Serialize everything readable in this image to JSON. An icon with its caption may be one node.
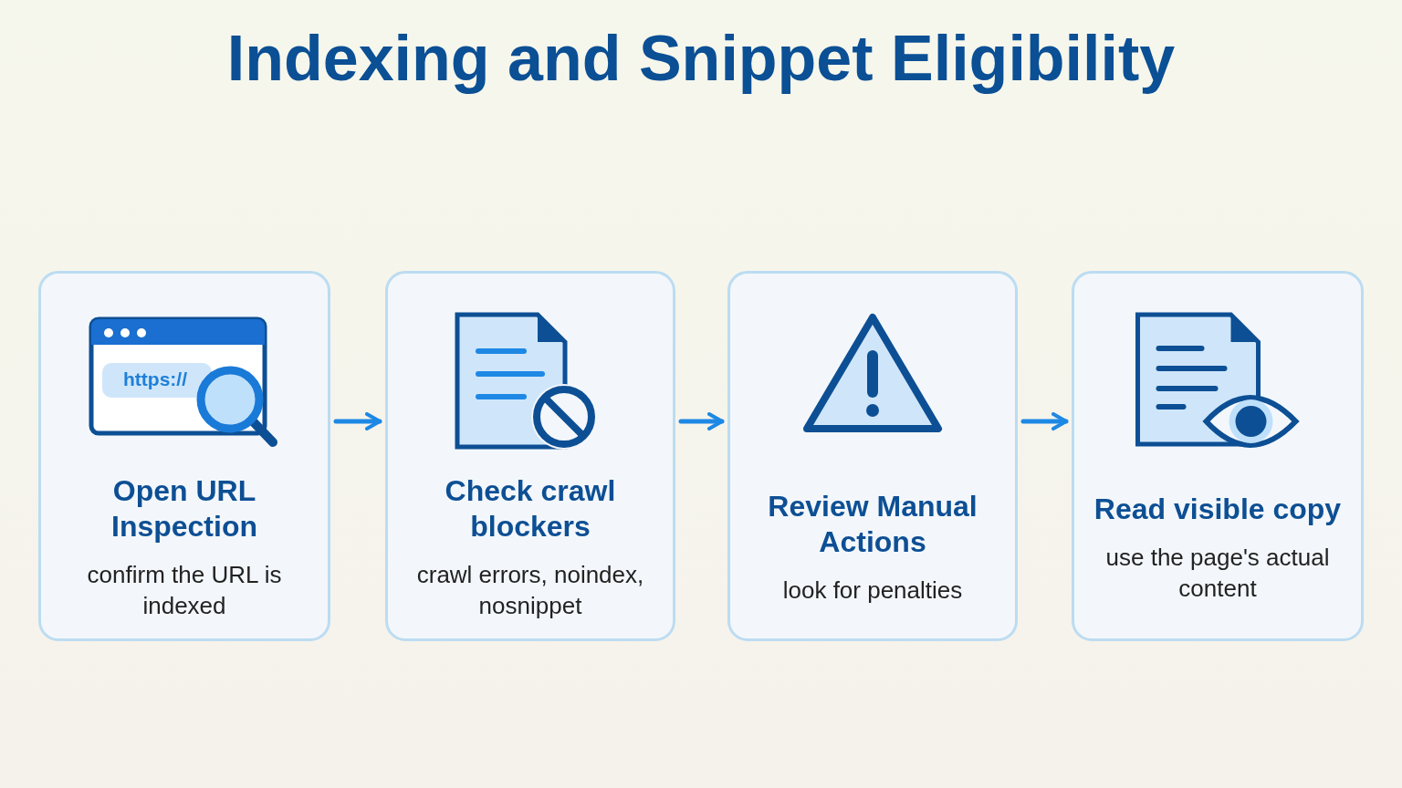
{
  "diagram": {
    "title": "Indexing and Snippet Eligibility",
    "nodes": [
      {
        "text": [
          "Open URL Inspection",
          "confirm the URL is indexed"
        ]
      },
      {
        "text": [
          "Check crawl blockers",
          "crawl errors, noindex, nosnippet"
        ]
      },
      {
        "text": [
          "Review Manual Actions",
          "look for penalties"
        ]
      },
      {
        "text": [
          "Read visible copy",
          "use the page's actual content"
        ]
      }
    ],
    "edges": [
      {
        "from": 0,
        "to": 1,
        "arrow": "to"
      },
      {
        "from": 1,
        "to": 2,
        "arrow": "to"
      },
      {
        "from": 2,
        "to": 3,
        "arrow": "to"
      }
    ],
    "labels": [
      "https://"
    ]
  }
}
